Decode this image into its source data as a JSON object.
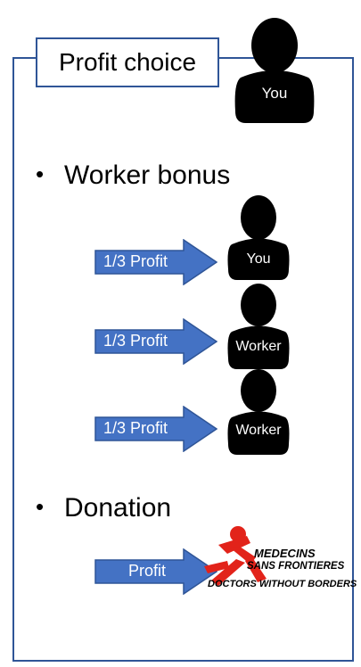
{
  "title": "Profit choice",
  "top_person": {
    "label": "You"
  },
  "sections": {
    "worker_bonus": {
      "bullet": "•",
      "heading": "Worker bonus"
    },
    "donation": {
      "bullet": "•",
      "heading": "Donation"
    }
  },
  "worker_rows": [
    {
      "arrow_label": "1/3 Profit",
      "person_label": "You"
    },
    {
      "arrow_label": "1/3 Profit",
      "person_label": "Worker"
    },
    {
      "arrow_label": "1/3 Profit",
      "person_label": "Worker"
    }
  ],
  "donation_row": {
    "arrow_label": "Profit",
    "logo_text": {
      "line1": "MEDECINS",
      "line2": "SANS FRONTIERES",
      "line3": "DOCTORS WITHOUT BORDERS"
    }
  },
  "colors": {
    "frame": "#2f5597",
    "arrow_fill": "#4472c4",
    "arrow_stroke": "#2f5597",
    "person": "#000000",
    "msf_red": "#e2231a"
  }
}
